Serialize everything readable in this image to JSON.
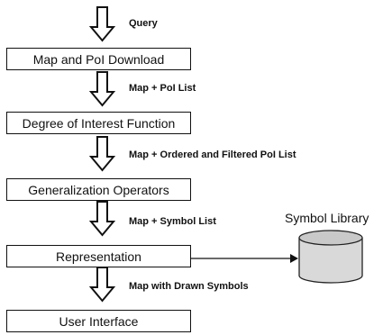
{
  "diagram": {
    "steps": [
      "Map and PoI Download",
      "Degree of Interest Function",
      "Generalization Operators",
      "Representation",
      "User Interface"
    ],
    "flow_labels": [
      "Query",
      "Map + PoI List",
      "Map + Ordered and Filtered PoI List",
      "Map + Symbol List",
      "Map with Drawn Symbols"
    ],
    "library": "Symbol Library"
  },
  "colors": {
    "stroke": "#111111",
    "cylinder_fill": "#d9d9d9",
    "cylinder_top": "#c9c9c9"
  }
}
